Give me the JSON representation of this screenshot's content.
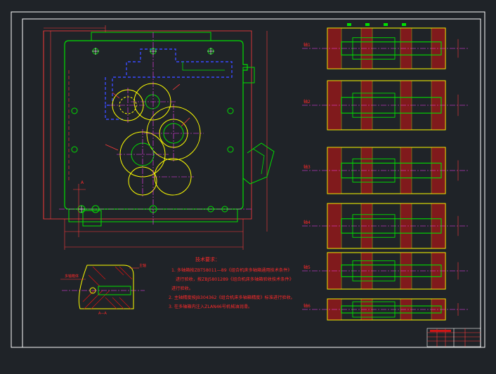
{
  "colors": {
    "background": "#1f2328",
    "frame": "#ffffff",
    "outline": "#00e000",
    "gear": "#ffff00",
    "dim": "#ff3b3b",
    "hatch": "#d01414",
    "hidden": "#3a4bff",
    "center": "#ff40ff",
    "text": "#ff2a2a"
  },
  "notes": {
    "title": "技术要求：",
    "line1": "1. 多轴箱按ZBT58011—89《组合机床多轴箱通用技术条件》",
    "line2": "进行验收，按ZBJ5801289《组合机床多轴箱验收技术条件》",
    "line3": "进行验收。",
    "line4": "2. 主轴精度按JB304362《组合机床多轴箱精度》标准进行验收。",
    "line5": "3. 在多轴箱内注入ZLAN46号机械油润滑。"
  },
  "section": {
    "label_left": "多轴箱体",
    "label_right": "主轴",
    "cut_label": "A—A"
  },
  "view_label": "A",
  "shafts": [
    {
      "label": "轴1"
    },
    {
      "label": "轴2"
    },
    {
      "label": "轴3"
    },
    {
      "label": "轴4"
    },
    {
      "label": "轴5"
    },
    {
      "label": "轴6"
    }
  ]
}
